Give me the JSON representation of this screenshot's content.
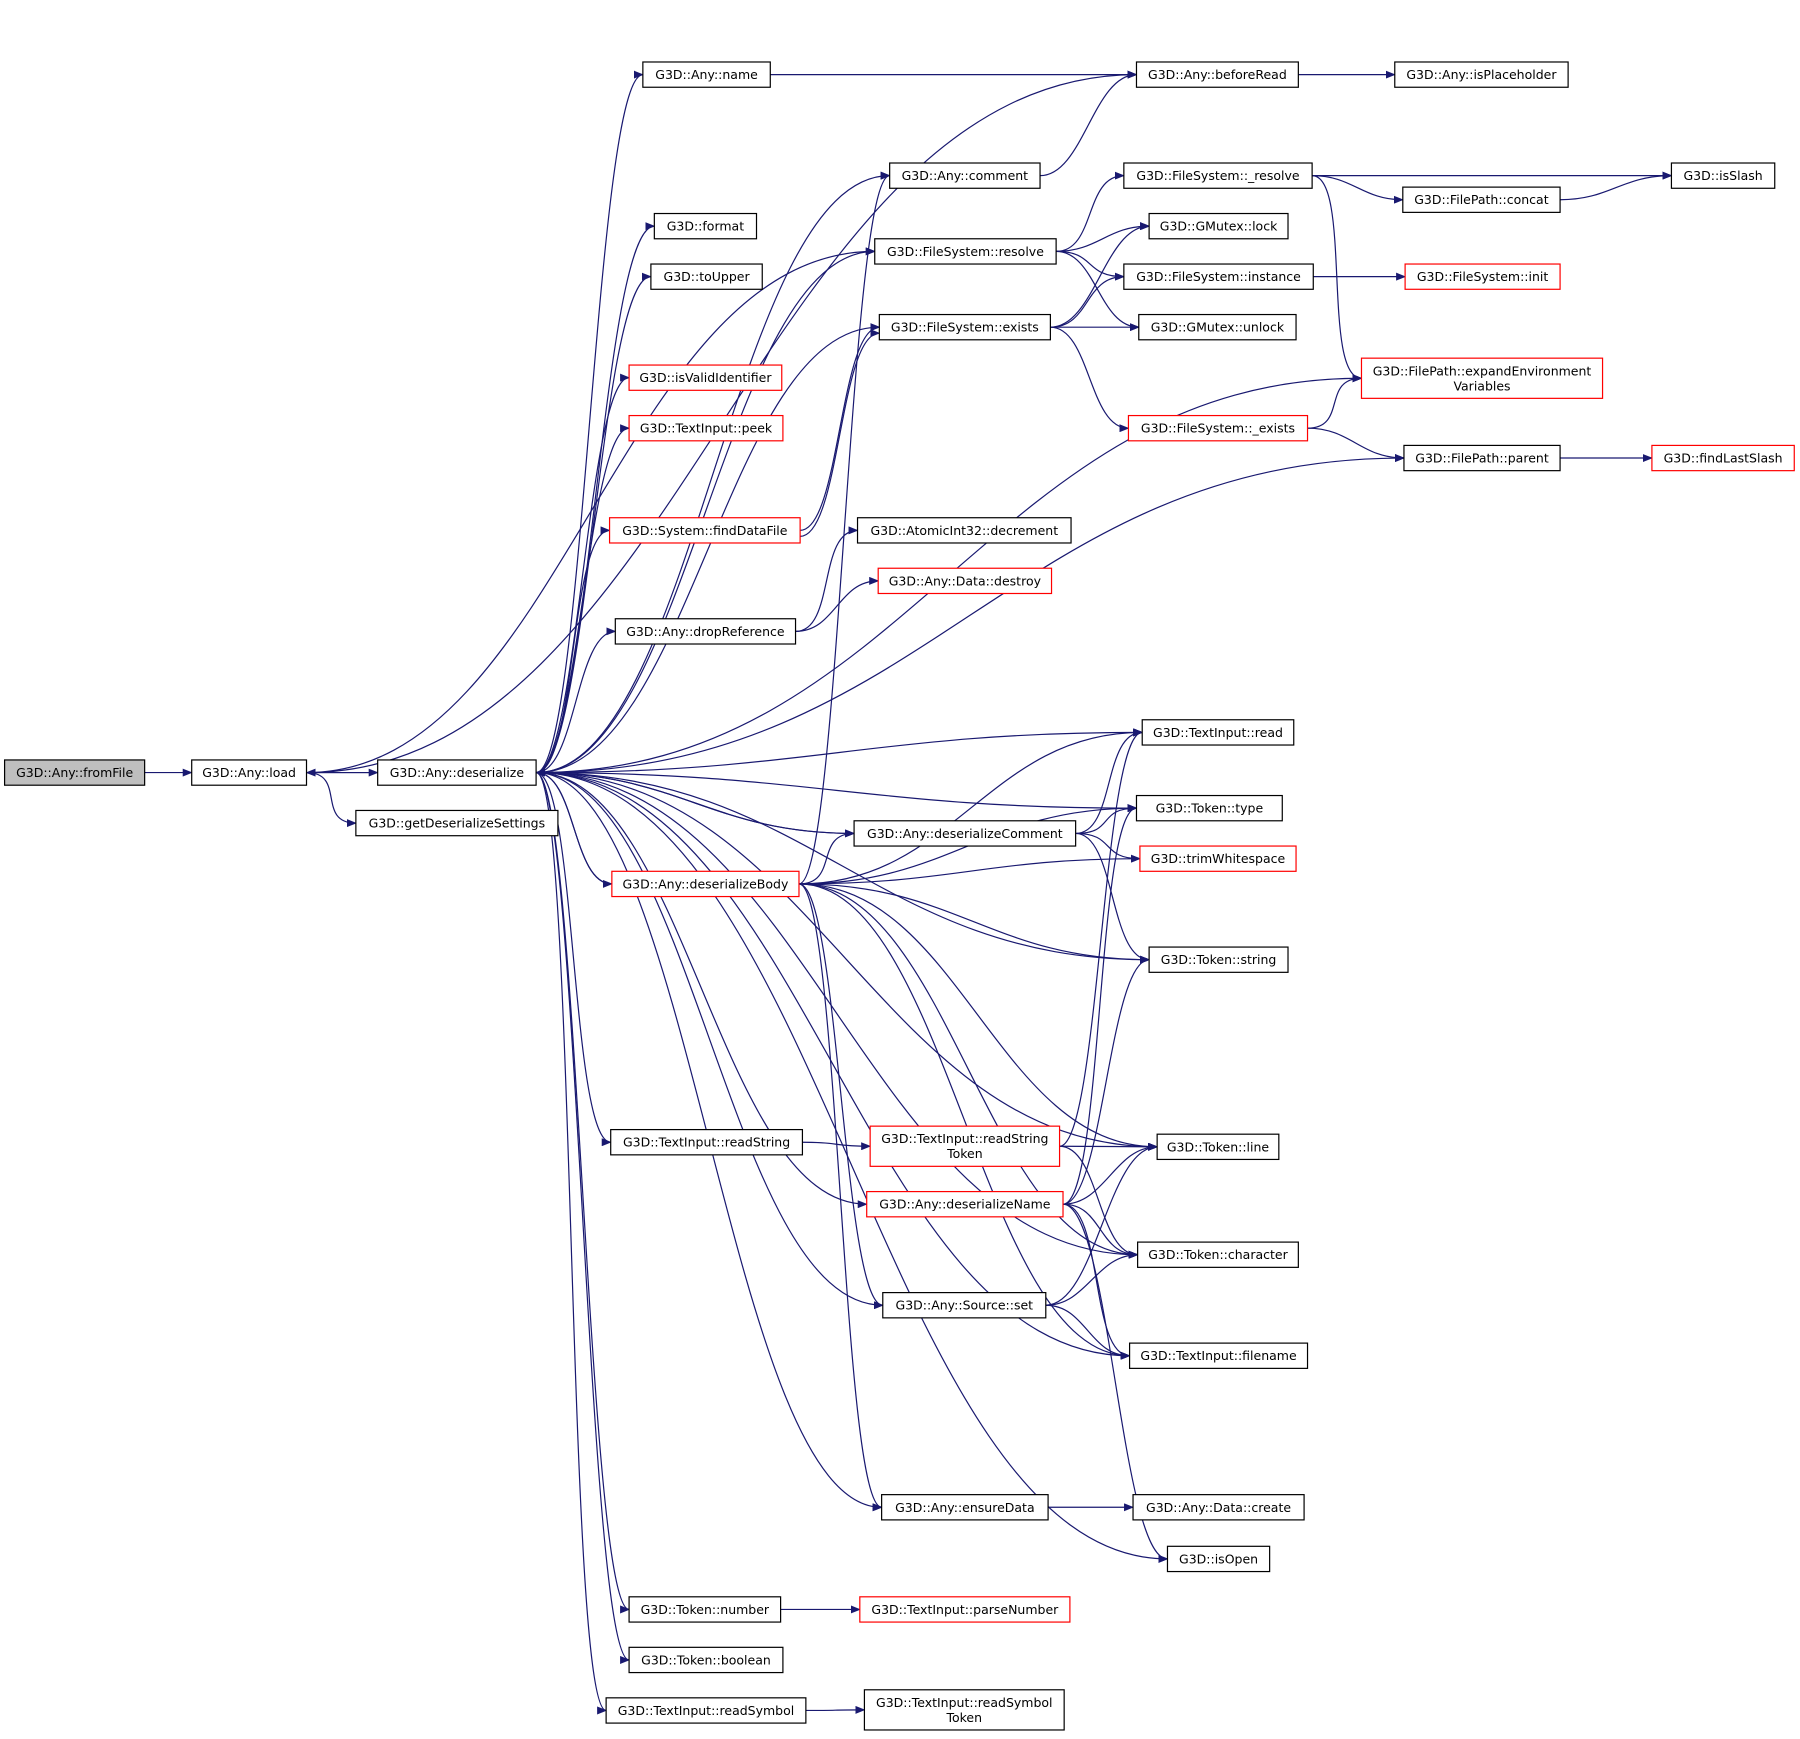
{
  "colors": {
    "edge": "#191970",
    "box_border": "#000000",
    "box_border_truncated": "#ff0000",
    "root_fill": "#bfbfbf",
    "node_fill": "#ffffff",
    "text": "#000000"
  },
  "nodes": [
    {
      "id": "fromFile",
      "lines": [
        "G3D::Any::fromFile"
      ],
      "style": "root"
    },
    {
      "id": "load",
      "lines": [
        "G3D::Any::load"
      ],
      "style": "normal"
    },
    {
      "id": "deserialize",
      "lines": [
        "G3D::Any::deserialize"
      ],
      "style": "normal"
    },
    {
      "id": "getDeserializeSettings",
      "lines": [
        "G3D::getDeserializeSettings"
      ],
      "style": "normal"
    },
    {
      "id": "name",
      "lines": [
        "G3D::Any::name"
      ],
      "style": "normal"
    },
    {
      "id": "beforeRead",
      "lines": [
        "G3D::Any::beforeRead"
      ],
      "style": "normal"
    },
    {
      "id": "isPlaceholder",
      "lines": [
        "G3D::Any::isPlaceholder"
      ],
      "style": "normal"
    },
    {
      "id": "comment",
      "lines": [
        "G3D::Any::comment"
      ],
      "style": "normal"
    },
    {
      "id": "fs_resolve_",
      "lines": [
        "G3D::FileSystem::_resolve"
      ],
      "style": "normal"
    },
    {
      "id": "isSlash",
      "lines": [
        "G3D::isSlash"
      ],
      "style": "normal"
    },
    {
      "id": "concat",
      "lines": [
        "G3D::FilePath::concat"
      ],
      "style": "normal"
    },
    {
      "id": "format",
      "lines": [
        "G3D::format"
      ],
      "style": "normal"
    },
    {
      "id": "fs_resolve",
      "lines": [
        "G3D::FileSystem::resolve"
      ],
      "style": "normal"
    },
    {
      "id": "lock",
      "lines": [
        "G3D::GMutex::lock"
      ],
      "style": "normal"
    },
    {
      "id": "toUpper",
      "lines": [
        "G3D::toUpper"
      ],
      "style": "normal"
    },
    {
      "id": "instance",
      "lines": [
        "G3D::FileSystem::instance"
      ],
      "style": "normal"
    },
    {
      "id": "fs_init",
      "lines": [
        "G3D::FileSystem::init"
      ],
      "style": "truncated"
    },
    {
      "id": "fs_exists",
      "lines": [
        "G3D::FileSystem::exists"
      ],
      "style": "normal"
    },
    {
      "id": "unlock",
      "lines": [
        "G3D::GMutex::unlock"
      ],
      "style": "normal"
    },
    {
      "id": "isValidIdentifier",
      "lines": [
        "G3D::isValidIdentifier"
      ],
      "style": "truncated"
    },
    {
      "id": "expandEnv",
      "lines": [
        "G3D::FilePath::expandEnvironment",
        "Variables"
      ],
      "style": "truncated"
    },
    {
      "id": "peek",
      "lines": [
        "G3D::TextInput::peek"
      ],
      "style": "truncated"
    },
    {
      "id": "fs_exists_",
      "lines": [
        "G3D::FileSystem::_exists"
      ],
      "style": "truncated"
    },
    {
      "id": "parent",
      "lines": [
        "G3D::FilePath::parent"
      ],
      "style": "normal"
    },
    {
      "id": "findLastSlash",
      "lines": [
        "G3D::findLastSlash"
      ],
      "style": "truncated"
    },
    {
      "id": "findDataFile",
      "lines": [
        "G3D::System::findDataFile"
      ],
      "style": "truncated"
    },
    {
      "id": "decrement",
      "lines": [
        "G3D::AtomicInt32::decrement"
      ],
      "style": "normal"
    },
    {
      "id": "destroy",
      "lines": [
        "G3D::Any::Data::destroy"
      ],
      "style": "truncated"
    },
    {
      "id": "dropReference",
      "lines": [
        "G3D::Any::dropReference"
      ],
      "style": "normal"
    },
    {
      "id": "ti_read",
      "lines": [
        "G3D::TextInput::read"
      ],
      "style": "normal"
    },
    {
      "id": "tok_type",
      "lines": [
        "G3D::Token::type"
      ],
      "style": "normal"
    },
    {
      "id": "deserializeComment",
      "lines": [
        "G3D::Any::deserializeComment"
      ],
      "style": "normal"
    },
    {
      "id": "trimWhitespace",
      "lines": [
        "G3D::trimWhitespace"
      ],
      "style": "truncated"
    },
    {
      "id": "deserializeBody",
      "lines": [
        "G3D::Any::deserializeBody"
      ],
      "style": "truncated"
    },
    {
      "id": "tok_string",
      "lines": [
        "G3D::Token::string"
      ],
      "style": "normal"
    },
    {
      "id": "readString",
      "lines": [
        "G3D::TextInput::readString"
      ],
      "style": "normal"
    },
    {
      "id": "readStringToken",
      "lines": [
        "G3D::TextInput::readString",
        "Token"
      ],
      "style": "truncated"
    },
    {
      "id": "tok_line",
      "lines": [
        "G3D::Token::line"
      ],
      "style": "normal"
    },
    {
      "id": "deserializeName",
      "lines": [
        "G3D::Any::deserializeName"
      ],
      "style": "truncated"
    },
    {
      "id": "tok_character",
      "lines": [
        "G3D::Token::character"
      ],
      "style": "normal"
    },
    {
      "id": "source_set",
      "lines": [
        "G3D::Any::Source::set"
      ],
      "style": "normal"
    },
    {
      "id": "ti_filename",
      "lines": [
        "G3D::TextInput::filename"
      ],
      "style": "normal"
    },
    {
      "id": "ensureData",
      "lines": [
        "G3D::Any::ensureData"
      ],
      "style": "normal"
    },
    {
      "id": "data_create",
      "lines": [
        "G3D::Any::Data::create"
      ],
      "style": "normal"
    },
    {
      "id": "isOpen",
      "lines": [
        "G3D::isOpen"
      ],
      "style": "normal"
    },
    {
      "id": "tok_number",
      "lines": [
        "G3D::Token::number"
      ],
      "style": "normal"
    },
    {
      "id": "parseNumber",
      "lines": [
        "G3D::TextInput::parseNumber"
      ],
      "style": "truncated"
    },
    {
      "id": "tok_boolean",
      "lines": [
        "G3D::Token::boolean"
      ],
      "style": "normal"
    },
    {
      "id": "readSymbol",
      "lines": [
        "G3D::TextInput::readSymbol"
      ],
      "style": "normal"
    },
    {
      "id": "readSymbolToken",
      "lines": [
        "G3D::TextInput::readSymbol",
        "Token"
      ],
      "style": "normal"
    }
  ],
  "edges": [
    [
      "fromFile",
      "load"
    ],
    [
      "load",
      "deserialize"
    ],
    [
      "load",
      "beforeRead"
    ],
    [
      "load",
      "fs_resolve"
    ],
    [
      "load",
      "getDeserializeSettings"
    ],
    [
      "deserialize",
      "load"
    ],
    [
      "deserialize",
      "name"
    ],
    [
      "deserialize",
      "comment"
    ],
    [
      "deserialize",
      "format"
    ],
    [
      "deserialize",
      "toUpper"
    ],
    [
      "deserialize",
      "fs_resolve"
    ],
    [
      "deserialize",
      "isValidIdentifier"
    ],
    [
      "deserialize",
      "peek"
    ],
    [
      "deserialize",
      "fs_exists"
    ],
    [
      "deserialize",
      "findDataFile"
    ],
    [
      "deserialize",
      "expandEnv"
    ],
    [
      "deserialize",
      "parent"
    ],
    [
      "deserialize",
      "dropReference"
    ],
    [
      "deserialize",
      "ti_read"
    ],
    [
      "deserialize",
      "tok_type"
    ],
    [
      "deserialize",
      "deserializeComment"
    ],
    [
      "deserialize",
      "deserializeBody"
    ],
    [
      "deserialize",
      "tok_string"
    ],
    [
      "deserialize",
      "tok_line"
    ],
    [
      "deserialize",
      "readString"
    ],
    [
      "deserialize",
      "deserializeName"
    ],
    [
      "deserialize",
      "tok_character"
    ],
    [
      "deserialize",
      "source_set"
    ],
    [
      "deserialize",
      "ti_filename"
    ],
    [
      "deserialize",
      "ensureData"
    ],
    [
      "deserialize",
      "isOpen"
    ],
    [
      "deserialize",
      "tok_number"
    ],
    [
      "deserialize",
      "tok_boolean"
    ],
    [
      "deserialize",
      "readSymbol"
    ],
    [
      "name",
      "beforeRead"
    ],
    [
      "beforeRead",
      "isPlaceholder"
    ],
    [
      "comment",
      "beforeRead"
    ],
    [
      "fs_resolve_",
      "isSlash"
    ],
    [
      "fs_resolve_",
      "concat"
    ],
    [
      "fs_resolve_",
      "expandEnv"
    ],
    [
      "concat",
      "isSlash"
    ],
    [
      "fs_resolve",
      "fs_resolve_"
    ],
    [
      "fs_resolve",
      "lock"
    ],
    [
      "fs_resolve",
      "instance"
    ],
    [
      "fs_resolve",
      "unlock"
    ],
    [
      "instance",
      "fs_init"
    ],
    [
      "fs_exists",
      "lock"
    ],
    [
      "fs_exists",
      "instance"
    ],
    [
      "fs_exists",
      "unlock"
    ],
    [
      "fs_exists",
      "fs_exists_"
    ],
    [
      "fs_exists_",
      "expandEnv"
    ],
    [
      "fs_exists_",
      "parent"
    ],
    [
      "parent",
      "findLastSlash"
    ],
    [
      "findDataFile",
      "fs_exists"
    ],
    [
      "findDataFile",
      "fs_exists"
    ],
    [
      "dropReference",
      "decrement"
    ],
    [
      "dropReference",
      "destroy"
    ],
    [
      "deserializeComment",
      "deserialize"
    ],
    [
      "deserializeComment",
      "tok_type"
    ],
    [
      "deserializeComment",
      "trimWhitespace"
    ],
    [
      "deserializeComment",
      "tok_string"
    ],
    [
      "deserializeComment",
      "ti_read"
    ],
    [
      "deserializeBody",
      "deserialize"
    ],
    [
      "deserializeBody",
      "comment"
    ],
    [
      "deserializeBody",
      "ti_read"
    ],
    [
      "deserializeBody",
      "tok_type"
    ],
    [
      "deserializeBody",
      "deserializeComment"
    ],
    [
      "deserializeBody",
      "trimWhitespace"
    ],
    [
      "deserializeBody",
      "tok_string"
    ],
    [
      "deserializeBody",
      "tok_line"
    ],
    [
      "deserializeBody",
      "tok_character"
    ],
    [
      "deserializeBody",
      "source_set"
    ],
    [
      "deserializeBody",
      "ti_filename"
    ],
    [
      "deserializeBody",
      "ensureData"
    ],
    [
      "readString",
      "readStringToken"
    ],
    [
      "readStringToken",
      "ti_read"
    ],
    [
      "readStringToken",
      "tok_line"
    ],
    [
      "readStringToken",
      "tok_character"
    ],
    [
      "deserializeName",
      "tok_type"
    ],
    [
      "deserializeName",
      "tok_string"
    ],
    [
      "deserializeName",
      "tok_line"
    ],
    [
      "deserializeName",
      "tok_character"
    ],
    [
      "deserializeName",
      "ti_filename"
    ],
    [
      "deserializeName",
      "isOpen"
    ],
    [
      "source_set",
      "tok_line"
    ],
    [
      "source_set",
      "tok_character"
    ],
    [
      "source_set",
      "ti_filename"
    ],
    [
      "ensureData",
      "data_create"
    ],
    [
      "tok_number",
      "parseNumber"
    ],
    [
      "readSymbol",
      "readSymbolToken"
    ]
  ]
}
